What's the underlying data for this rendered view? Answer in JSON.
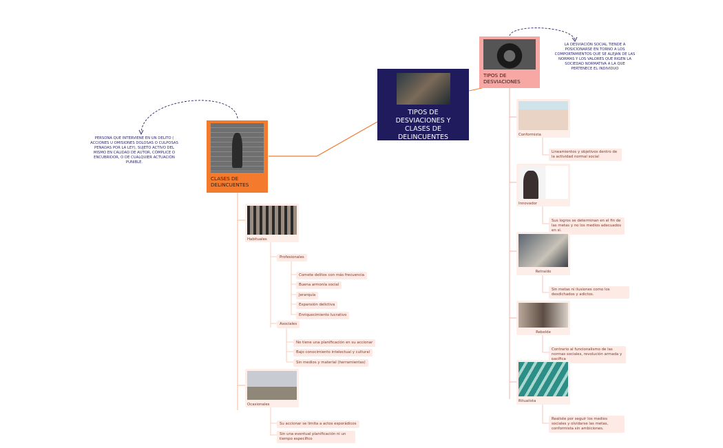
{
  "central": {
    "title": "TIPOS DE DESVIACIONES Y CLASES DE DELINCUENTES"
  },
  "left_header": {
    "title": "CLASES DE DELINCUENTES"
  },
  "right_header": {
    "title": "TIPOS DE DESVIACIONES"
  },
  "left_note": "PERSONA QUE INTERVIENE EN UN DELITO ( ACCIONES U OMISIONES DOLOSAS O CULPOSAS PENADAS POR LA LEY), SUJETO ACTIVO DEL MISMO EN CALIDAD DE AUTOR, CÓMPLICE O ENCUBRIDOR, O DE CUALQUIER ACTUACIÓN PUNIBLE.",
  "right_note": "LA DESVIACIÓN SOCIAL TIENDE A POSICIONARSE EN TORNO A LOS COMPORTAMIENTOS QUE SE ALEJAN DE LAS NORMAS Y LOS VALORES QUE RIGEN LA SOCIEDAD NORMATIVA A LA QUE PERTENECE EL INDIVIDUO",
  "habituales": {
    "label": "Habituales",
    "profesionales": {
      "label": "Profesionales",
      "items": [
        "Comete delitos con más frecuencia",
        "Buena armonía social",
        "Jerarquía",
        "Expansión delictiva",
        "Enriquecimiento lucrativo"
      ]
    },
    "asociales": {
      "label": "Asociales",
      "items": [
        "No tiene una planificación en su accionar",
        "Bajo conocimiento intelectual y cultural",
        "Sin medios y material (herramientas)"
      ]
    }
  },
  "ocasionales": {
    "label": "Ocasionales",
    "items": [
      "Su accionar se limita a actos esporádicos",
      "Sin una eventual planificación ni un tiempo específico"
    ]
  },
  "desviaciones": [
    {
      "label": "Conformista",
      "desc": "Lineamientos y objetivos dentro de la actividad normal social"
    },
    {
      "label": "Innovador",
      "desc": "Sus logros se determinan en el fin de las metas y no los medios adecuados en sí."
    },
    {
      "label": "Retraído",
      "desc": "Sin metas ni ilusiones como los desdichados y adictos."
    },
    {
      "label": "Rebelde",
      "desc": "Contrario al funcionalismo de las normas sociales, revolución armada y pacífica"
    },
    {
      "label": "Ritualista",
      "desc": "Realiste por seguir los medios sociales y olvidarse las metas, conformista sin ambiciones."
    }
  ],
  "colors": {
    "central": "#1f1b5c",
    "left_header": "#f47a2e",
    "right_header": "#f7a8a4",
    "line_left": "#f47a2e",
    "line_right": "#f6b1ad",
    "node_bg": "#fdeae4",
    "note_text": "#2a2470"
  }
}
